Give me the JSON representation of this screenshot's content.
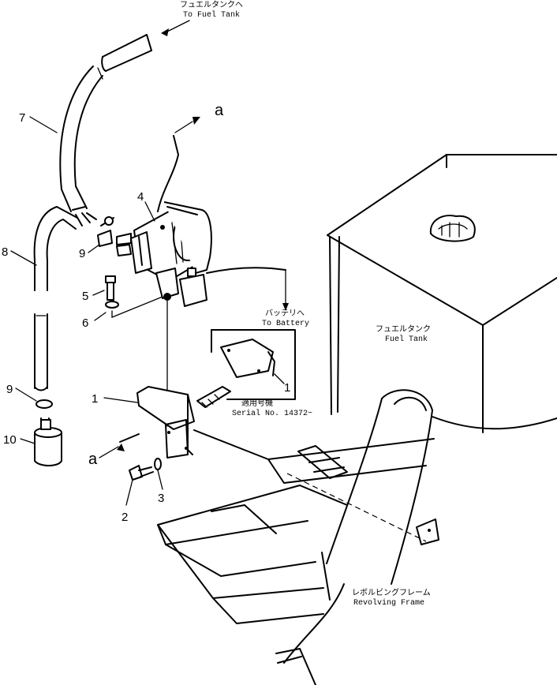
{
  "labels": {
    "fuel_tank_top_jp": "フュエルタンクへ",
    "fuel_tank_top_en": "To Fuel Tank",
    "battery_jp": "バッテリへ",
    "battery_en": "To Battery",
    "fuel_tank_jp": "フュエルタンク",
    "fuel_tank_en": "Fuel Tank",
    "serial_jp": "適用号機",
    "serial_en": "Serial No. 14372~",
    "frame_jp": "レボルビングフレーム",
    "frame_en": "Revolving Frame"
  },
  "callouts": {
    "a_top": "a",
    "a_left": "a",
    "p1": "1",
    "p1_inset": "1",
    "p2": "2",
    "p3": "3",
    "p4": "4",
    "p5": "5",
    "p6": "6",
    "p7": "7",
    "p8": "8",
    "p9_upper": "9",
    "p9_lower": "9",
    "p10": "10"
  }
}
